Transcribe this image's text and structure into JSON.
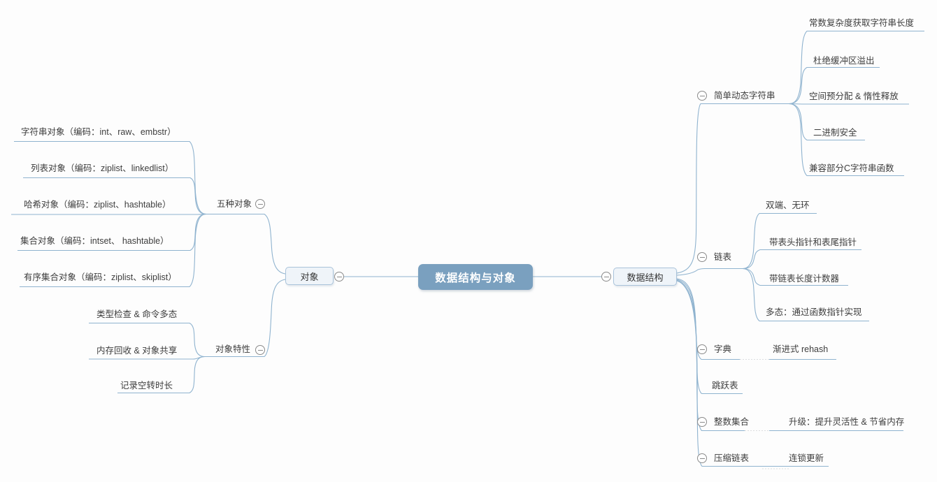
{
  "title": "数据结构与对象",
  "colors": {
    "root_fill": "#7AA0BF",
    "root_text": "#FFFFFF",
    "node_fill": "#EFF4F9",
    "node_border": "#A9C3DA",
    "line": "#8FB3CF",
    "text": "#3D3D3D",
    "collapse_icon": "#8A8A8A"
  },
  "icons": {
    "collapse": "minus-circle"
  },
  "root": {
    "label": "数据结构与对象"
  },
  "left": {
    "node": {
      "label": "对象"
    },
    "groups": [
      {
        "label": "五种对象",
        "children": [
          "字符串对象（编码：int、raw、embstr）",
          "列表对象（编码：ziplist、linkedlist）",
          "哈希对象（编码：ziplist、hashtable）",
          "集合对象（编码：intset、 hashtable）",
          "有序集合对象（编码：ziplist、skiplist）"
        ]
      },
      {
        "label": "对象特性",
        "children": [
          "类型检查 & 命令多态",
          "内存回收 & 对象共享",
          "记录空转时长"
        ]
      }
    ]
  },
  "right": {
    "node": {
      "label": "数据结构"
    },
    "topics": [
      {
        "label": "简单动态字符串",
        "children": [
          "常数复杂度获取字符串长度",
          "杜绝缓冲区溢出",
          "空间预分配 & 惰性释放",
          "二进制安全",
          "兼容部分C字符串函数"
        ]
      },
      {
        "label": "链表",
        "children": [
          "双端、无环",
          "带表头指针和表尾指针",
          "带链表长度计数器",
          "多态：通过函数指针实现"
        ]
      },
      {
        "label": "字典",
        "children": [
          "渐进式 rehash"
        ]
      },
      {
        "label": "跳跃表",
        "children": []
      },
      {
        "label": "整数集合",
        "children": [
          "升级：提升灵活性 & 节省内存"
        ]
      },
      {
        "label": "压缩链表",
        "children": [
          "连锁更新"
        ]
      }
    ]
  }
}
